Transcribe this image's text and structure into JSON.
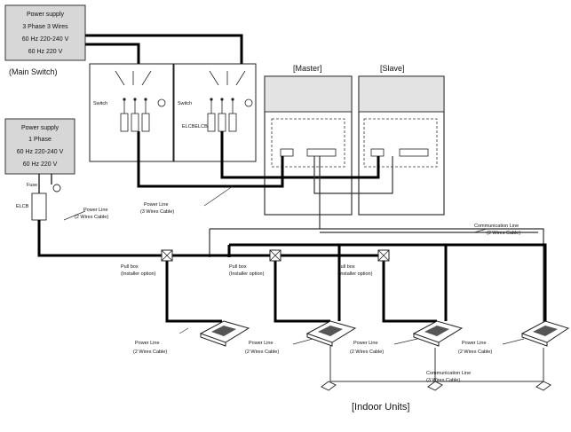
{
  "power_main": {
    "line1": "Power supply",
    "line2": "3 Phase 3 Wires",
    "line3": "60 Hz 220-240 V",
    "line4": "60 Hz 220 V",
    "caption": "(Main Switch)"
  },
  "power_single": {
    "line1": "Power supply",
    "line2": "1 Phase",
    "line3": "60 Hz 220-240 V",
    "line4": "60 Hz 220 V"
  },
  "switch_labels": {
    "switch_a": "Switch",
    "switch_b": "Switch",
    "elcb_pair": "ELCBELCB",
    "elcb_single": "ELCB",
    "fuse_tag": "Fuse"
  },
  "units": {
    "master": "[Master]",
    "slave": "[Slave]",
    "indoor": "[Indoor Units]"
  },
  "lines": {
    "power_3": {
      "title": "Power Line",
      "sub": "(3 Wires Cable)"
    },
    "power_2_left": {
      "title": "Power Line",
      "sub": "(2 Wires Cable)"
    },
    "comm_top": {
      "title": "Communication Line",
      "sub": "(2 Wires Cable)"
    },
    "comm_bottom": {
      "title": "Communication Line",
      "sub": "(3 Wires Cable)"
    },
    "indoor_power": [
      {
        "title": "Power Line",
        "sub": "(2 Wires Cable)"
      },
      {
        "title": "Power Line",
        "sub": "(2 Wires Cable)"
      },
      {
        "title": "Power Line",
        "sub": "(2 Wires Cable)"
      },
      {
        "title": "Power Line",
        "sub": "(2 Wires Cable)"
      }
    ]
  },
  "pull_boxes": [
    {
      "title": "Pull box",
      "sub": "(Installer option)"
    },
    {
      "title": "Pull box",
      "sub": "(Installer option)"
    },
    {
      "title": "Pull box",
      "sub": "(Installer option)"
    }
  ]
}
